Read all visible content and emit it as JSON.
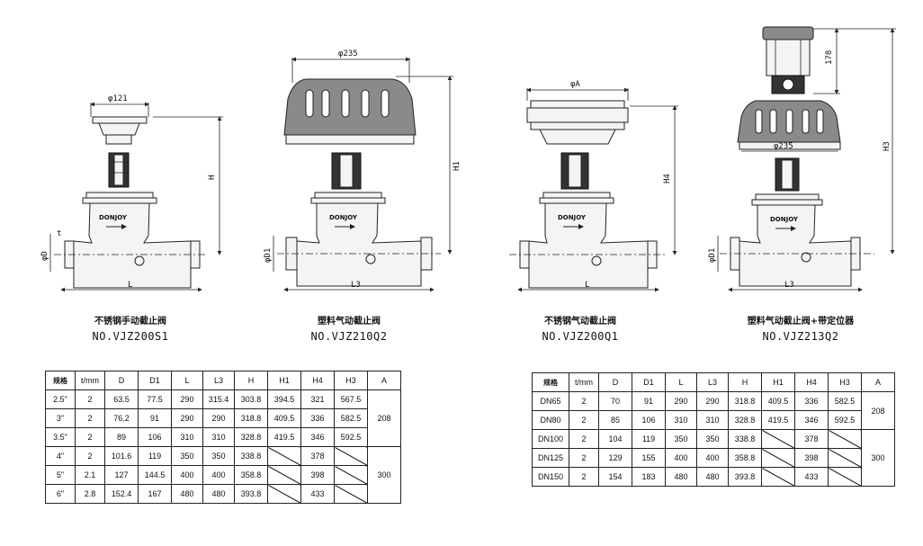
{
  "drawings": [
    {
      "caption_cn": "不锈钢手动截止阀",
      "model": "NO.VJZ200S1",
      "dims": {
        "top": "φ121",
        "height": "H",
        "bottom": "L",
        "left": "φD",
        "left2": "t"
      },
      "brand": "DONJOY"
    },
    {
      "caption_cn": "塑料气动截止阀",
      "model": "NO.VJZ210Q2",
      "dims": {
        "top": "φ235",
        "height": "H1",
        "bottom": "L3",
        "left": "φD1"
      },
      "brand": "DONJOY"
    },
    {
      "caption_cn": "不锈钢气动截止阀",
      "model": "NO.VJZ200Q1",
      "dims": {
        "top": "φA",
        "height": "H4",
        "bottom": "L"
      },
      "brand": "DONJOY"
    },
    {
      "caption_cn": "塑料气动截止阀+带定位器",
      "model": "NO.VJZ213Q2",
      "dims": {
        "top": "178",
        "mid": "φ235",
        "height": "H3",
        "bottom": "L3",
        "left": "φD1"
      },
      "brand": "DONJOY"
    }
  ],
  "table_left": {
    "headers": [
      "规格",
      "t/mm",
      "D",
      "D1",
      "L",
      "L3",
      "H",
      "H1",
      "H4",
      "H3",
      "A"
    ],
    "rows": [
      [
        "2.5\"",
        "2",
        "63.5",
        "77.5",
        "290",
        "315.4",
        "303.8",
        "394.5",
        "321",
        "567.5"
      ],
      [
        "3\"",
        "2",
        "76.2",
        "91",
        "290",
        "290",
        "318.8",
        "409.5",
        "336",
        "582.5"
      ],
      [
        "3.5\"",
        "2",
        "89",
        "106",
        "310",
        "310",
        "328.8",
        "419.5",
        "346",
        "592.5"
      ],
      [
        "4\"",
        "2",
        "101.6",
        "119",
        "350",
        "350",
        "338.8",
        "",
        "378",
        ""
      ],
      [
        "5\"",
        "2.1",
        "127",
        "144.5",
        "400",
        "400",
        "358.8",
        "",
        "398",
        ""
      ],
      [
        "6\"",
        "2.8",
        "152.4",
        "167",
        "480",
        "480",
        "393.8",
        "",
        "433",
        ""
      ]
    ],
    "a_groups": [
      "208",
      "300"
    ]
  },
  "table_right": {
    "headers": [
      "规格",
      "t/mm",
      "D",
      "D1",
      "L",
      "L3",
      "H",
      "H1",
      "H4",
      "H3",
      "A"
    ],
    "rows": [
      [
        "DN65",
        "2",
        "70",
        "91",
        "290",
        "290",
        "318.8",
        "409.5",
        "336",
        "582.5"
      ],
      [
        "DN80",
        "2",
        "85",
        "106",
        "310",
        "310",
        "328.8",
        "419.5",
        "346",
        "592.5"
      ],
      [
        "DN100",
        "2",
        "104",
        "119",
        "350",
        "350",
        "338.8",
        "",
        "378",
        ""
      ],
      [
        "DN125",
        "2",
        "129",
        "155",
        "400",
        "400",
        "358.8",
        "",
        "398",
        ""
      ],
      [
        "DN150",
        "2",
        "154",
        "183",
        "480",
        "480",
        "393.8",
        "",
        "433",
        ""
      ]
    ],
    "a_groups": [
      "208",
      "300"
    ]
  }
}
